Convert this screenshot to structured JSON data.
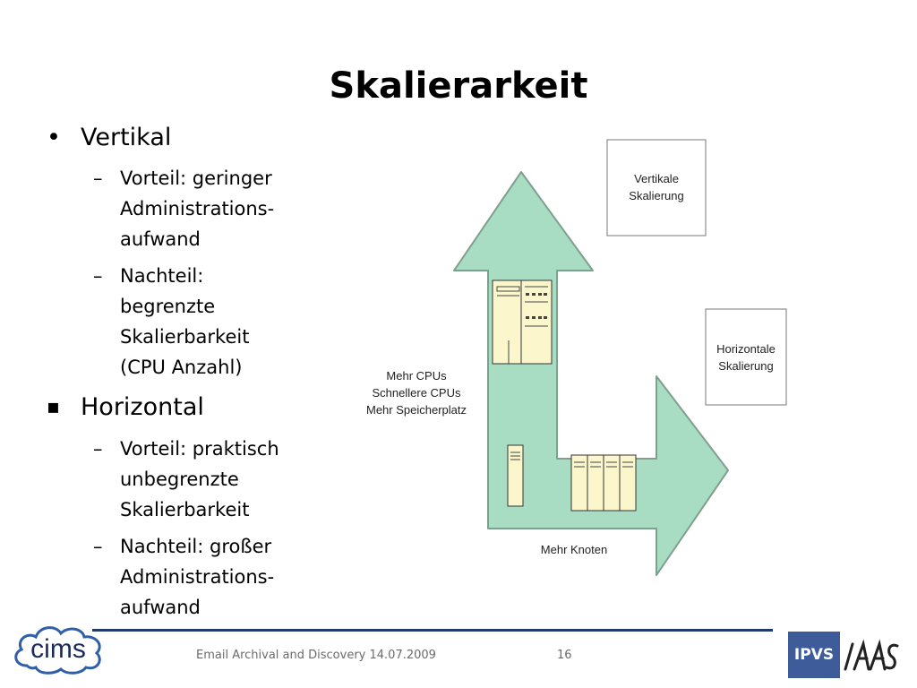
{
  "slide": {
    "title": "Skalierarkeit",
    "sections": [
      {
        "bullet": "•",
        "heading": "Vertikal",
        "items": [
          {
            "mark": "–",
            "lines": [
              "Vorteil: geringer",
              "Administrations-",
              "aufwand"
            ]
          },
          {
            "mark": "–",
            "lines": [
              "Nachteil:",
              "begrenzte",
              "Skalierbarkeit",
              "(CPU Anzahl)"
            ]
          }
        ]
      },
      {
        "bullet": "▪",
        "heading": "Horizontal",
        "items": [
          {
            "mark": "–",
            "lines": [
              "Vorteil: praktisch",
              "unbegrenzte",
              "Skalierbarkeit"
            ]
          },
          {
            "mark": "–",
            "lines": [
              "Nachteil: großer",
              "Administrations-",
              "aufwand"
            ]
          }
        ]
      }
    ]
  },
  "diagram": {
    "box_vertical": [
      "Vertikale",
      "Skalierung"
    ],
    "box_horizontal": [
      "Horizontale",
      "Skalierung"
    ],
    "left_label": [
      "Mehr CPUs",
      "Schnellere CPUs",
      "Mehr Speicherplatz"
    ],
    "bottom_label": "Mehr Knoten",
    "arrow_fill": "#a8ddc3",
    "arrow_stroke": "#7f9f8f",
    "server_fill": "#fbf6cc"
  },
  "footer": {
    "text": "Email Archival and Discovery  14.07.2009",
    "page": "16",
    "logo_left": "cims",
    "logo_right_1": "IPVS",
    "logo_right_2": "IAAS",
    "line_color": "#1f3b6e"
  }
}
